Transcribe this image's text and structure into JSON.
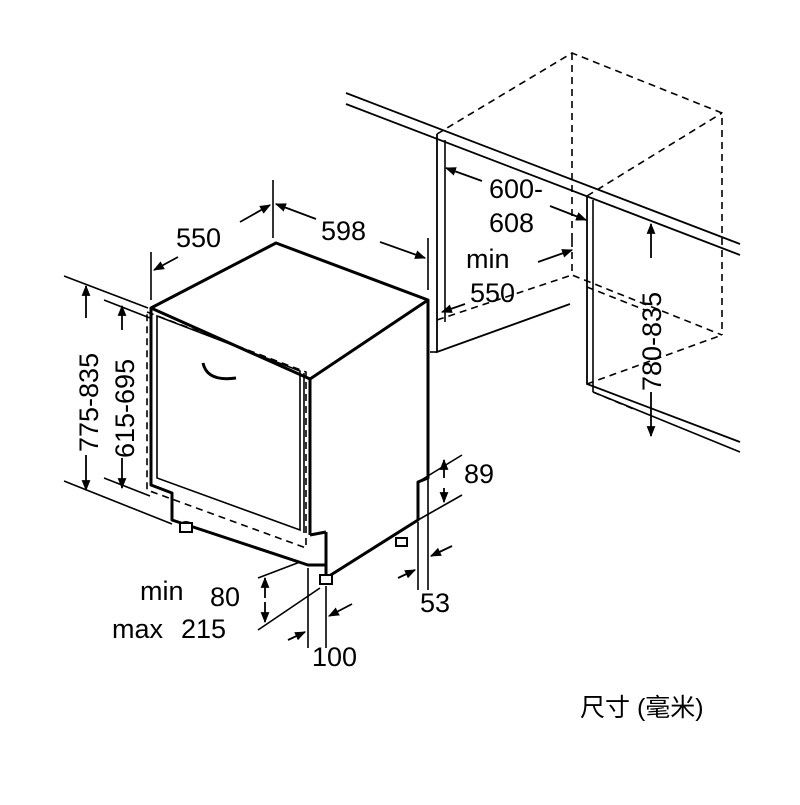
{
  "diagram": {
    "labels": {
      "depth": "550",
      "width": "598",
      "height_total": "775-835",
      "height_door": "615-695",
      "niche_width_line1": "600-",
      "niche_width_line2": "608",
      "niche_depth_line1": "min",
      "niche_depth_line2": "550",
      "niche_height": "780-835",
      "plinth_depth": "89",
      "plinth_offset": "53",
      "plinth_height_min_word": "min",
      "plinth_height_min_val": "80",
      "plinth_height_max_word": "max",
      "plinth_height_max_val": "215",
      "foot_setback": "100"
    },
    "caption": "尺寸 (毫米)"
  }
}
